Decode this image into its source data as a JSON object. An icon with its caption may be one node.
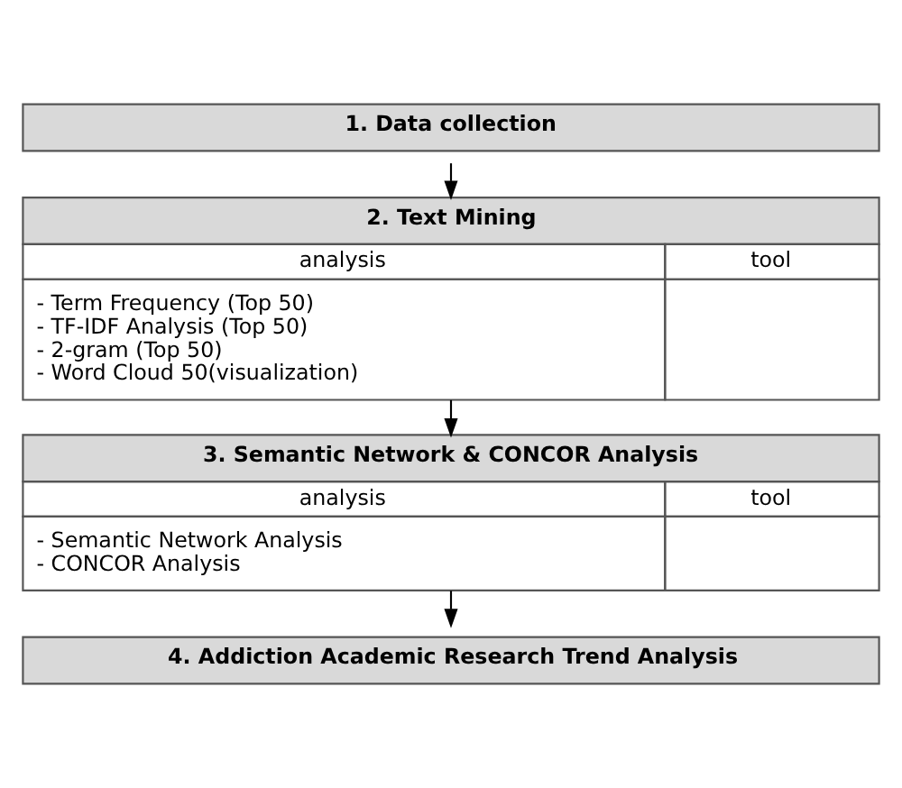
{
  "diagram": {
    "nodes": [
      {
        "text": [
          "1. Data collection"
        ]
      },
      {
        "text": [
          "2. Text Mining",
          "analysis",
          "tool",
          "- Term Frequency (Top 50)",
          "- TF-IDF Analysis (Top 50)",
          "- 2-gram (Top 50)",
          "- Word Cloud 50(visualization)"
        ]
      },
      {
        "text": [
          "3. Semantic Network & CONCOR Analysis",
          "analysis",
          "tool",
          "- Semantic Network Analysis",
          "- CONCOR Analysis"
        ]
      },
      {
        "text": [
          "4. Addiction Academic Research Trend Analysis"
        ]
      }
    ],
    "edges": [
      {
        "from": 0,
        "to": 1,
        "arrow": "to"
      },
      {
        "from": 1,
        "to": 2,
        "arrow": "to"
      },
      {
        "from": 2,
        "to": 3,
        "arrow": "to"
      }
    ]
  }
}
